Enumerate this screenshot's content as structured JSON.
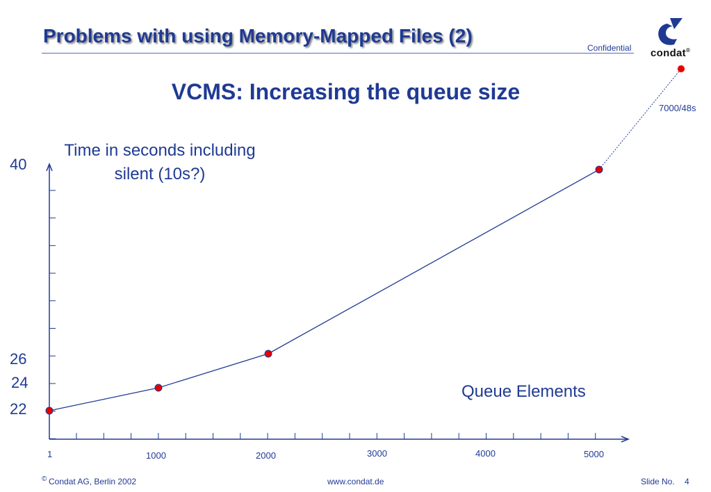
{
  "slide": {
    "title": "Problems with using Memory-Mapped Files (2)",
    "confidential": "Confidential",
    "brand": "condat",
    "brand_mark": "®",
    "logo_icon": "condat-logo-icon"
  },
  "chart_data": {
    "type": "line",
    "title": "VCMS: Increasing the queue size",
    "ylabel": "Time in seconds including silent (10s?)",
    "xlabel": "Queue Elements",
    "x_tick_labels": [
      "1",
      "1000",
      "2000",
      "3000",
      "4000",
      "5000"
    ],
    "y_tick_labels": [
      "22",
      "24",
      "26",
      "40"
    ],
    "series": [
      {
        "values": [
          {
            "x": 1,
            "y": 22
          },
          {
            "x": 1000,
            "y": 23.6
          },
          {
            "x": 2000,
            "y": 26.1
          },
          {
            "x": 5000,
            "y": 39.5
          }
        ]
      }
    ],
    "extrapolated_point": {
      "x": 7000,
      "y": 48,
      "label": "7000/48s"
    },
    "xlim": [
      0,
      5300
    ],
    "ylim": [
      20,
      40
    ],
    "line_color": "#1f3a93",
    "marker_color": "#e60000",
    "grid": false
  },
  "footer": {
    "copyright_symbol": "©",
    "company": "Condat AG, Berlin 2002",
    "url": "www.condat.de",
    "slide_label": "Slide No.",
    "slide_number": "4"
  }
}
